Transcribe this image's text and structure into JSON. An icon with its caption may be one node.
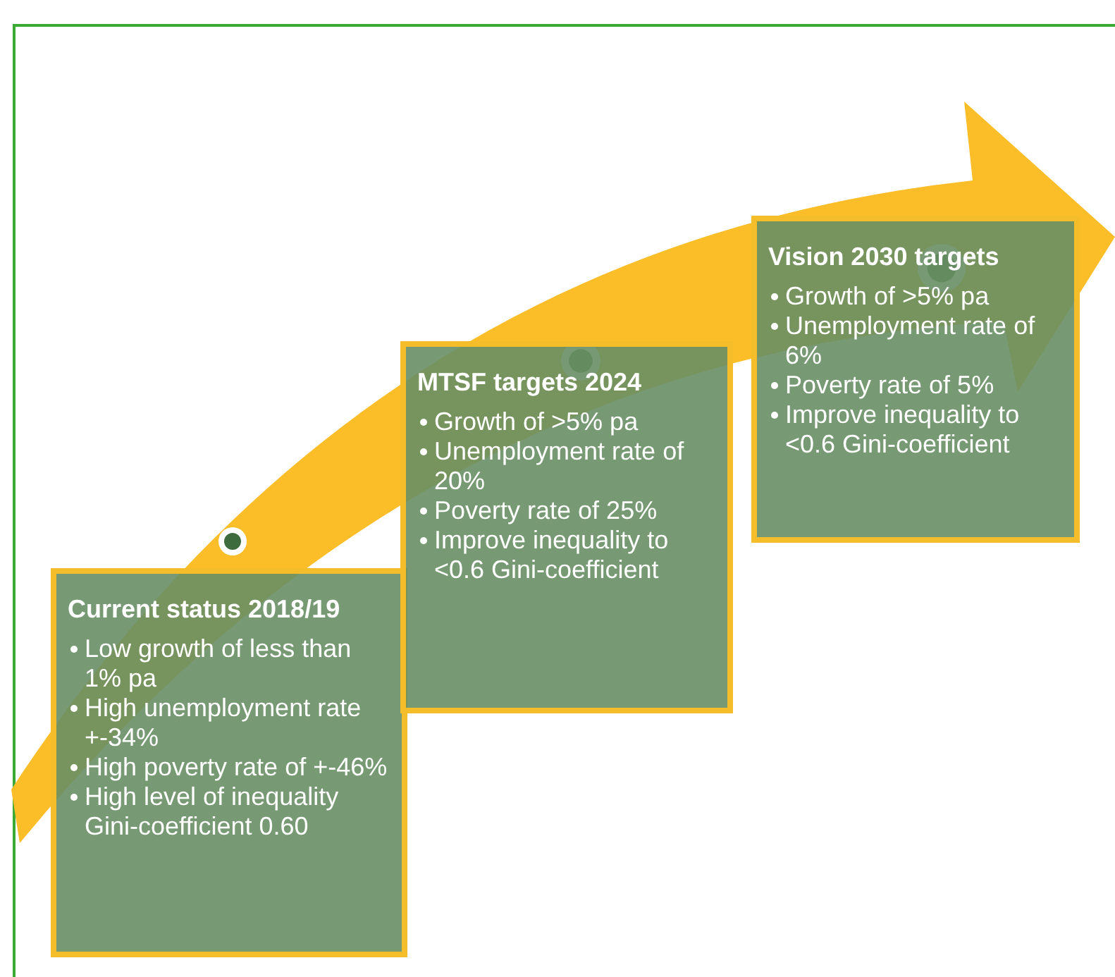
{
  "diagram": {
    "nodes": [
      {
        "text": [
          "Current status 2018/19",
          "Low growth of  less than 1% pa",
          "High unemployment rate +-34%",
          "High poverty rate of +-46%",
          "High level of inequality Gini-coefficient 0.60"
        ]
      },
      {
        "text": [
          "MTSF targets 2024",
          "Growth of >5% pa",
          "Unemployment rate of 20%",
          "Poverty rate of 25%",
          "Improve inequality to <0.6 Gini-coefficient"
        ]
      },
      {
        "text": [
          "Vision 2030 targets",
          "Growth of >5% pa",
          "Unemployment rate of 6%",
          "Poverty rate of 5%",
          "Improve inequality to <0.6 Gini-coefficient"
        ]
      }
    ]
  }
}
